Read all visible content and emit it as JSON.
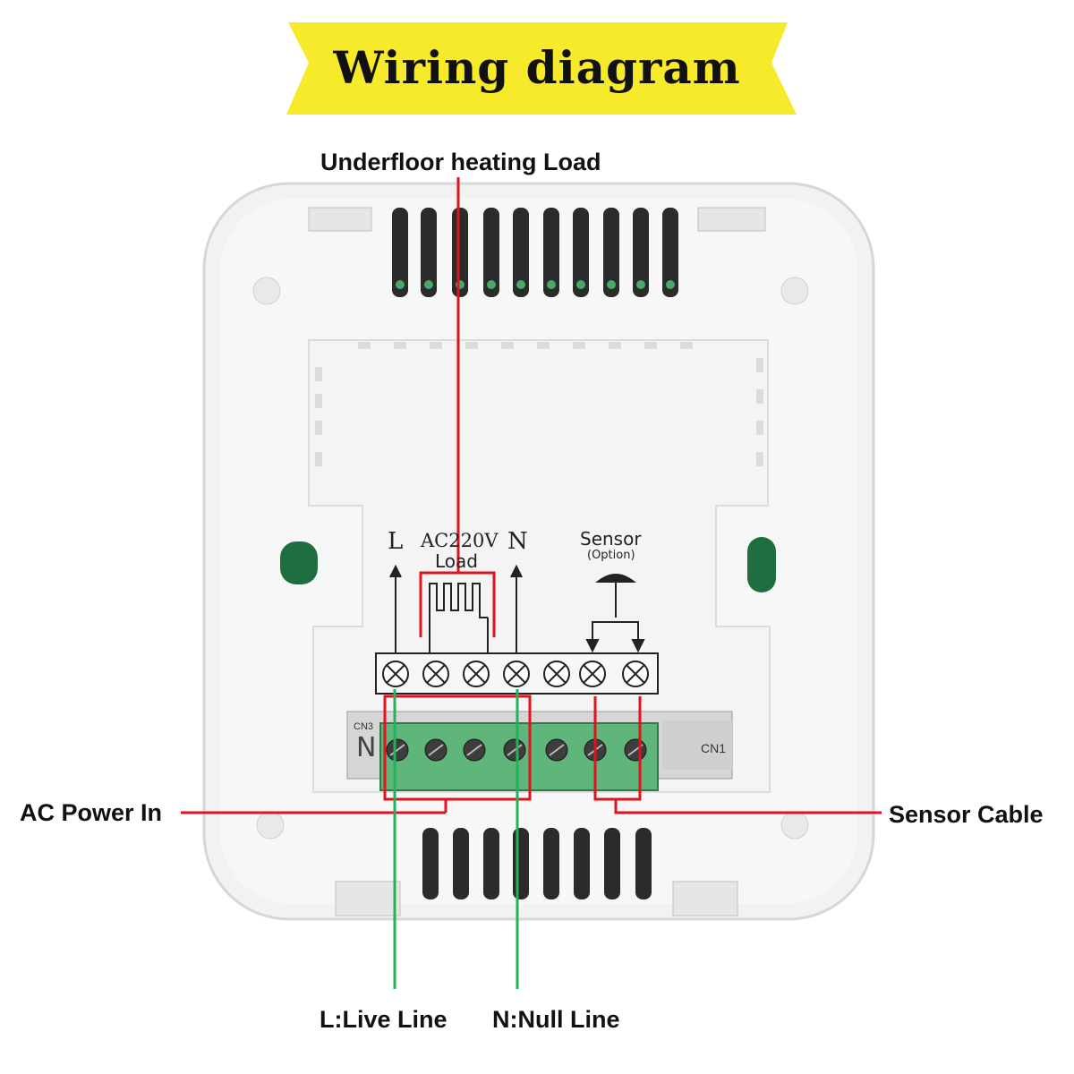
{
  "title": "Wiring diagram",
  "callouts": {
    "load": "Underfloor heating Load",
    "power": "AC Power In",
    "sensor": "Sensor Cable",
    "live": "L:Live Line",
    "null": "N:Null Line"
  },
  "panel": {
    "l": "L",
    "ac": "AC220V",
    "load": "Load",
    "n": "N",
    "sensor": "Sensor",
    "option": "(Option)",
    "cn3": "CN3",
    "n_mark": "N",
    "cn1": "CN1"
  },
  "colors": {
    "banner": "#f6ea2a",
    "red_line": "#e0131e",
    "green_line": "#22b35a",
    "terminal_green": "#5fb57a"
  }
}
